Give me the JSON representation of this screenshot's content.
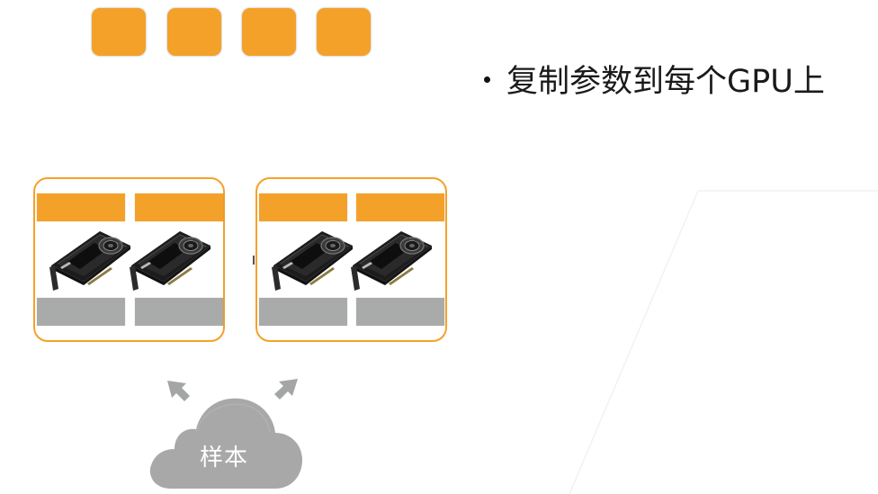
{
  "bullet": {
    "text": "复制参数到每个GPU上"
  },
  "top_params": {
    "count": 4,
    "color": "#f4a12a"
  },
  "machines": [
    {
      "id": "machine-1",
      "gpus": [
        {
          "param_color": "#f4a12a",
          "grad_color": "#a9abaa"
        },
        {
          "param_color": "#f4a12a",
          "grad_color": "#a9abaa"
        }
      ]
    },
    {
      "id": "machine-2",
      "gpus": [
        {
          "param_color": "#f4a12a",
          "grad_color": "#a9abaa"
        },
        {
          "param_color": "#f4a12a",
          "grad_color": "#a9abaa"
        }
      ]
    }
  ],
  "cloud": {
    "label": "样本",
    "color": "#a8a8a8"
  },
  "colors": {
    "accent_orange": "#f4a12a",
    "gray_bar": "#a9abaa",
    "cloud_gray": "#a8a8a8",
    "arrow_gray": "#a3a6a5",
    "machine_border": "#f4a12a"
  }
}
